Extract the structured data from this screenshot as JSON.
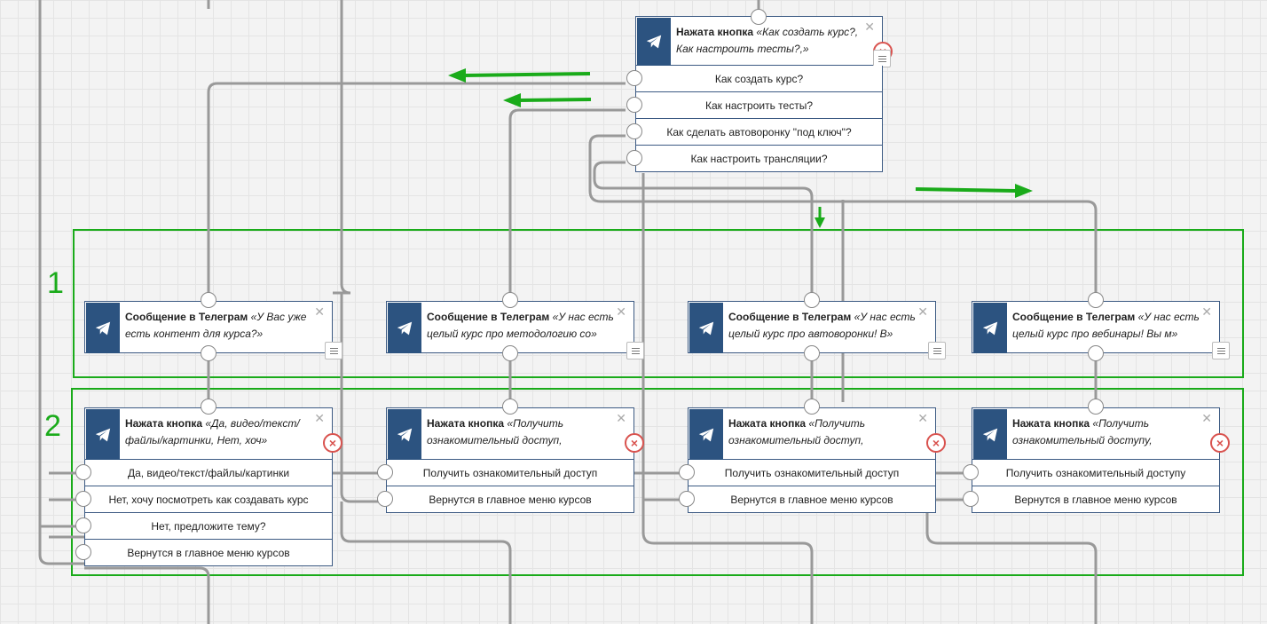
{
  "groups": [
    {
      "label": "1"
    },
    {
      "label": "2"
    }
  ],
  "top_node": {
    "kind": "Нажата кнопка",
    "text": "«Как создать курс?, Как настроить тесты?,»",
    "buttons": [
      "Как создать курс?",
      "Как настроить тесты?",
      "Как сделать автоворонку \"под ключ\"?",
      "Как настроить трансляции?"
    ]
  },
  "messages": [
    {
      "kind": "Сообщение в Телеграм",
      "text": "«У Вас уже есть контент для курса?»"
    },
    {
      "kind": "Сообщение в Телеграм",
      "text": "«У нас есть целый курс про методологию со»"
    },
    {
      "kind": "Сообщение в Телеграм",
      "text": "«У нас есть целый курс про автоворонки! В»"
    },
    {
      "kind": "Сообщение в Телеграм",
      "text": "«У нас есть целый курс про вебинары! Вы м»"
    }
  ],
  "button_nodes": [
    {
      "kind": "Нажата кнопка",
      "text": "«Да, видео/текст/ файлы/картинки, Нет, хоч»",
      "buttons": [
        "Да, видео/текст/файлы/картинки",
        "Нет, хочу посмотреть как создавать курс",
        "Нет, предложите тему?",
        "Вернутся в главное меню курсов"
      ]
    },
    {
      "kind": "Нажата кнопка",
      "text": "«Получить ознакомительный доступ, Вернутс»",
      "buttons": [
        "Получить ознакомительный доступ",
        "Вернутся в главное меню курсов"
      ]
    },
    {
      "kind": "Нажата кнопка",
      "text": "«Получить ознакомительный доступ, Вернутс»",
      "buttons": [
        "Получить ознакомительный доступ",
        "Вернутся в главное меню курсов"
      ]
    },
    {
      "kind": "Нажата кнопка",
      "text": "«Получить ознакомительный доступу, Вернутс»",
      "buttons": [
        "Получить ознакомительный доступу",
        "Вернутся в главное меню курсов"
      ]
    }
  ],
  "icons": {
    "node": "telegram-icon",
    "close": "close-icon",
    "delete": "delete-icon",
    "note": "note-icon"
  },
  "colors": {
    "accent": "#1aab1a",
    "node_icon_bg": "#2c5380",
    "wire": "#999999",
    "delete": "#d9534f"
  }
}
